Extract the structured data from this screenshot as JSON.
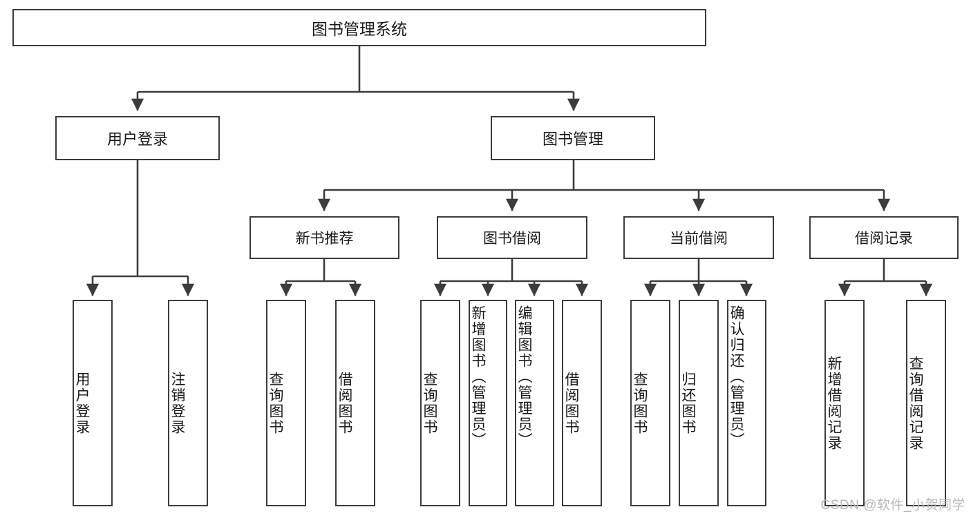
{
  "diagram": {
    "title": "图书管理系统",
    "type": "tree-hierarchy",
    "root": {
      "label": "图书管理系统"
    },
    "level2": [
      {
        "label": "用户登录"
      },
      {
        "label": "图书管理"
      }
    ],
    "level3": [
      {
        "label": "新书推荐"
      },
      {
        "label": "图书借阅"
      },
      {
        "label": "当前借阅"
      },
      {
        "label": "借阅记录"
      }
    ],
    "leaves": {
      "user_login": [
        {
          "label": "用户登录"
        },
        {
          "label": "注销登录"
        }
      ],
      "new_book_recommend": [
        {
          "label": "查询图书"
        },
        {
          "label": "借阅图书"
        }
      ],
      "book_borrow": [
        {
          "label": "查询图书"
        },
        {
          "label": "新增图书（管理员）"
        },
        {
          "label": "编辑图书（管理员）"
        },
        {
          "label": "借阅图书"
        }
      ],
      "current_borrow": [
        {
          "label": "查询图书"
        },
        {
          "label": "归还图书"
        },
        {
          "label": "确认归还（管理员）"
        }
      ],
      "borrow_record": [
        {
          "label": "新增借阅记录"
        },
        {
          "label": "查询借阅记录"
        }
      ]
    }
  },
  "watermark": {
    "text": "CSDN @软件_小贺同学"
  },
  "colors": {
    "stroke": "#3c3c3c",
    "fill": "#ffffff",
    "text": "#1a1a1a",
    "watermark": "#b8b8b8"
  }
}
